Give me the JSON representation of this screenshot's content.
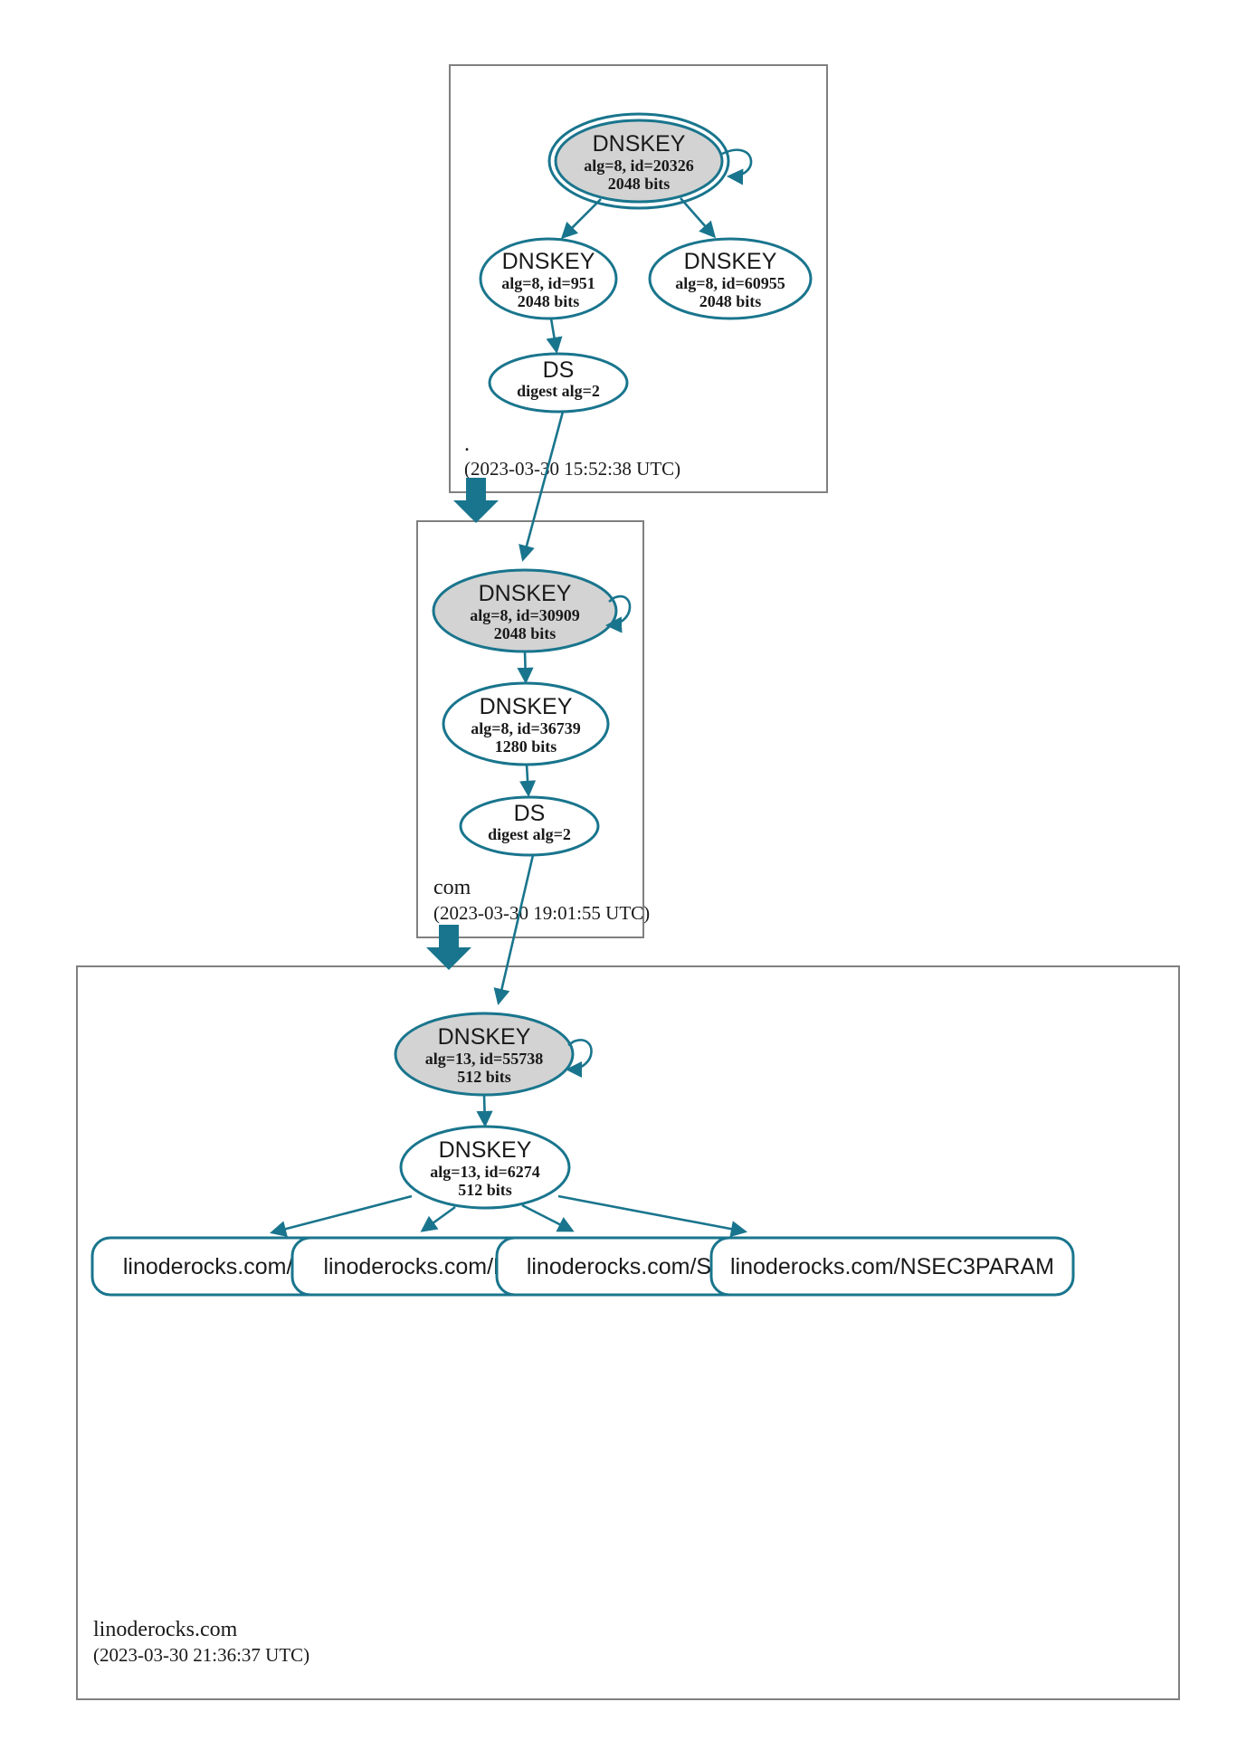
{
  "diagram": {
    "type": "dnssec-authentication-chain",
    "colors": {
      "accent": "#19758d",
      "ksk_fill": "#d3d3d3",
      "zone_border": "#808080",
      "rrset_border": "#19758d",
      "text": "#1a1a1a"
    }
  },
  "zones": [
    {
      "id": "root",
      "label": ".",
      "timestamp": "(2023-03-30 15:52:38 UTC)",
      "nodes": [
        {
          "id": "root-ksk-20326",
          "kind": "DNSKEY",
          "title": "DNSKEY",
          "line2": "alg=8, id=20326",
          "line3": "2048 bits",
          "secure_entry": true,
          "trust_anchor": true,
          "self_signed": true
        },
        {
          "id": "root-zsk-951",
          "kind": "DNSKEY",
          "title": "DNSKEY",
          "line2": "alg=8, id=951",
          "line3": "2048 bits",
          "secure_entry": false,
          "trust_anchor": false,
          "self_signed": false
        },
        {
          "id": "root-zsk-60955",
          "kind": "DNSKEY",
          "title": "DNSKEY",
          "line2": "alg=8, id=60955",
          "line3": "2048 bits",
          "secure_entry": false,
          "trust_anchor": false,
          "self_signed": false
        },
        {
          "id": "root-ds",
          "kind": "DS",
          "title": "DS",
          "line2": "digest alg=2",
          "line3": "",
          "secure_entry": false,
          "trust_anchor": false,
          "self_signed": false
        }
      ]
    },
    {
      "id": "com",
      "label": "com",
      "timestamp": "(2023-03-30 19:01:55 UTC)",
      "nodes": [
        {
          "id": "com-ksk-30909",
          "kind": "DNSKEY",
          "title": "DNSKEY",
          "line2": "alg=8, id=30909",
          "line3": "2048 bits",
          "secure_entry": true,
          "trust_anchor": false,
          "self_signed": true
        },
        {
          "id": "com-zsk-36739",
          "kind": "DNSKEY",
          "title": "DNSKEY",
          "line2": "alg=8, id=36739",
          "line3": "1280 bits",
          "secure_entry": false,
          "trust_anchor": false,
          "self_signed": false
        },
        {
          "id": "com-ds",
          "kind": "DS",
          "title": "DS",
          "line2": "digest alg=2",
          "line3": "",
          "secure_entry": false,
          "trust_anchor": false,
          "self_signed": false
        }
      ]
    },
    {
      "id": "linoderocks",
      "label": "linoderocks.com",
      "timestamp": "(2023-03-30 21:36:37 UTC)",
      "nodes": [
        {
          "id": "lr-ksk-55738",
          "kind": "DNSKEY",
          "title": "DNSKEY",
          "line2": "alg=13, id=55738",
          "line3": "512 bits",
          "secure_entry": true,
          "trust_anchor": false,
          "self_signed": true
        },
        {
          "id": "lr-zsk-6274",
          "kind": "DNSKEY",
          "title": "DNSKEY",
          "line2": "alg=13, id=6274",
          "line3": "512 bits",
          "secure_entry": false,
          "trust_anchor": false,
          "self_signed": false
        }
      ],
      "rrsets": [
        {
          "id": "rr-ns",
          "label": "linoderocks.com/NS"
        },
        {
          "id": "rr-mx",
          "label": "linoderocks.com/MX"
        },
        {
          "id": "rr-soa",
          "label": "linoderocks.com/SOA"
        },
        {
          "id": "rr-nsec3param",
          "label": "linoderocks.com/NSEC3PARAM"
        }
      ]
    }
  ]
}
